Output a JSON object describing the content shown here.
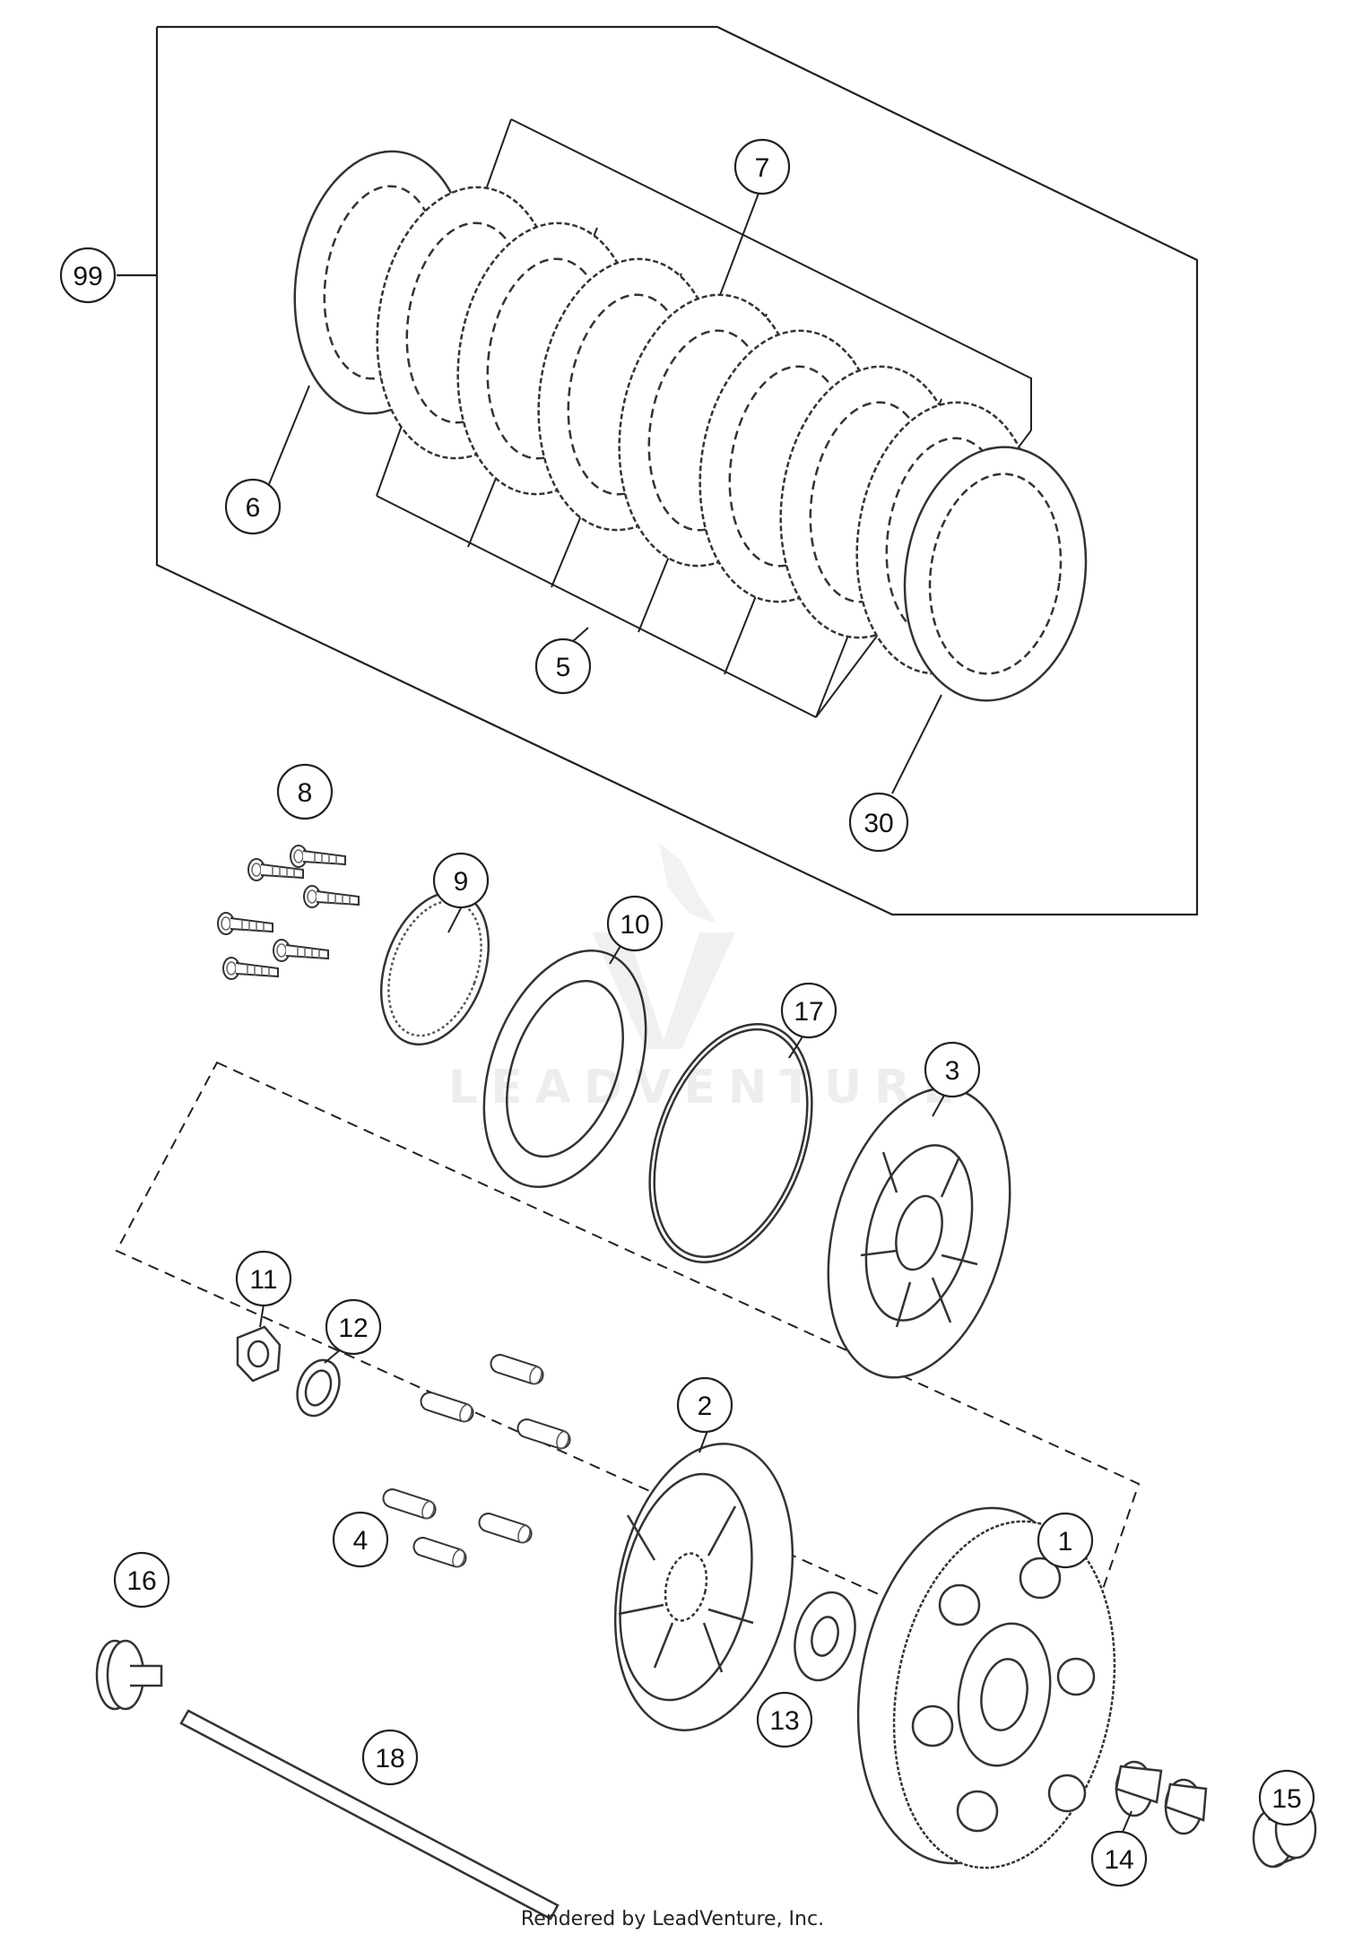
{
  "callouts": [
    {
      "id": "c1",
      "label": "1"
    },
    {
      "id": "c2",
      "label": "2"
    },
    {
      "id": "c3",
      "label": "3"
    },
    {
      "id": "c4",
      "label": "4"
    },
    {
      "id": "c5",
      "label": "5"
    },
    {
      "id": "c6",
      "label": "6"
    },
    {
      "id": "c7",
      "label": "7"
    },
    {
      "id": "c8",
      "label": "8"
    },
    {
      "id": "c9",
      "label": "9"
    },
    {
      "id": "c10",
      "label": "10"
    },
    {
      "id": "c11",
      "label": "11"
    },
    {
      "id": "c12",
      "label": "12"
    },
    {
      "id": "c13",
      "label": "13"
    },
    {
      "id": "c14",
      "label": "14"
    },
    {
      "id": "c15",
      "label": "15"
    },
    {
      "id": "c16",
      "label": "16"
    },
    {
      "id": "c17",
      "label": "17"
    },
    {
      "id": "c18",
      "label": "18"
    },
    {
      "id": "c30",
      "label": "30"
    },
    {
      "id": "c99",
      "label": "99"
    }
  ],
  "watermark": "LEADVENTURE",
  "footer": {
    "credit": "Rendered by LeadVenture, Inc."
  }
}
